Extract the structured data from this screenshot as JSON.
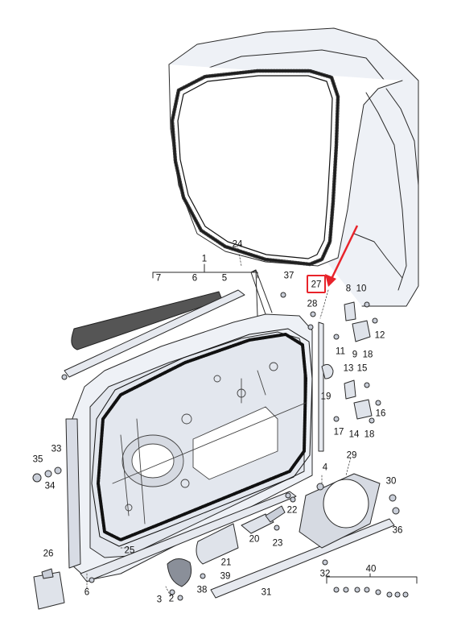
{
  "colors": {
    "highlight": "#e8232a",
    "line": "#2a2a2a",
    "body": "#eef1f6",
    "part": "#dfe3ea"
  },
  "callouts": {
    "c1": "1",
    "c2": "2",
    "c3": "3",
    "c4": "4",
    "c5": "5",
    "c6a": "6",
    "c6b": "6",
    "c7": "7",
    "c8": "8",
    "c9": "9",
    "c10": "10",
    "c11": "11",
    "c12": "12",
    "c13": "13",
    "c14": "14",
    "c15": "15",
    "c16": "16",
    "c17": "17",
    "c18a": "18",
    "c18b": "18",
    "c19": "19",
    "c20": "20",
    "c21": "21",
    "c22": "22",
    "c23": "23",
    "c24": "24",
    "c25": "25",
    "c26": "26",
    "c27": "27",
    "c28": "28",
    "c29": "29",
    "c30": "30",
    "c31": "31",
    "c32": "32",
    "c33": "33",
    "c34": "34",
    "c35": "35",
    "c36": "36",
    "c37": "37",
    "c38": "38",
    "c39": "39",
    "c40": "40"
  },
  "highlighted_callout": "27"
}
